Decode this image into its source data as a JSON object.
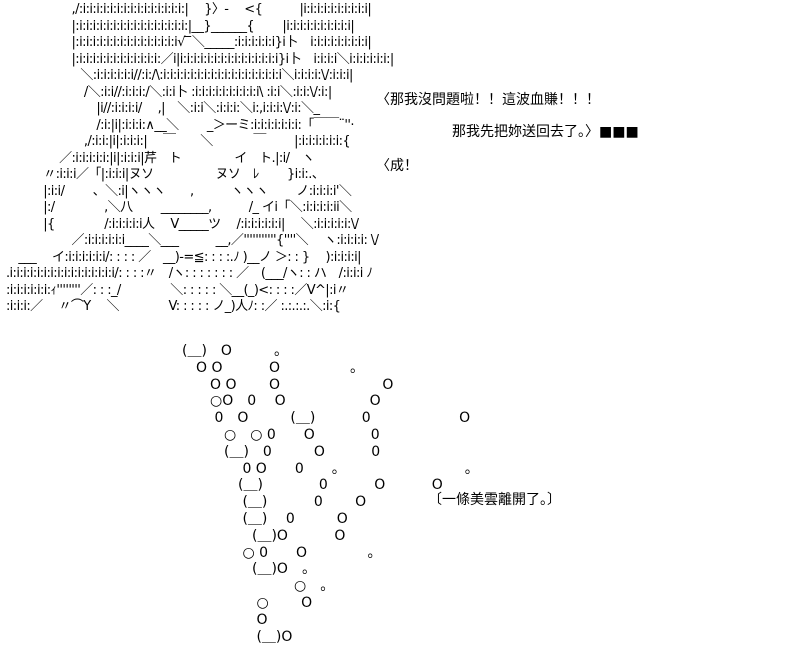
{
  "art_lines": [
    "　　　　　 ,/:i:i:i:i:i:i:i:i:i:i:i:i:i:i:i:|　 }〉-　 <{　　　|i:i:i:i:i:i:i:i:i:i|",
    "　　　　　 |:i:i:i:i:i:i:i:i:i:i:i:i:i:i:i:i:|__}______{　　 |i:i:i:i:i:i:i:i:i:i|",
    "　　　　　 |:i:i:i:i:i:i:i:i:i:i:i:i:i:i:i√ ̄ ̄＼_____:i:i:i:i:i:i}i卜　i:i:i:i:i:i:i:i:i|",
    "　　　　　 |:i:i:i:i:i:i:i:i:i:i:i:i:／i|i:i:i:i:i:i:i:i:i:i:i:i:i:i:i}i卜　i:i:i:i＼i:i:i:i:i:i:|",
    "　　　　　　＼:i:i:i:i:i:i//:i:/\\:i:i:i:i:i:i:i:i:i:i:i:i:i:i:i:i:i:i＼i:i:i:i:\\/:i:i:i|",
    "　　　　　　 /＼:i:i//:i:i:i:/＼:i:i卜 :i:i:i:i:i:i:i:i:i:i\\ :i:i＼:i:i:\\/:i:|　　　〈那我沒問題啦！！這波血賺！！！",
    "　　　　　　　 |i//:i:i:i:i/　 ,|　＼:i:i＼:i:i:i:＼i:,i:i:i:\\/:i:＼_",
    "　　　　　　　 /:i:|i|:i:i:i:∧__＼　　 _＞ーミ:i:i:i:i:i:i:i:「￣￣¨''·",
    "　　　　　　 ,/:i:i:|i|:i:i:i:|　 ￣　　＼　　　 ￣　　 |:i:i:i:i:i:i:{",
    "　　　　 ／:i:i:i:i:i:|i|:i:i:i|芹　ト　　　　 イ　ト.|:i/　ヽ　　　　 〈成！",
    "　　　〃:i:i:i／「|:i:i:i|ヌソ　　　　　ヌソ　ﾚ　　 }i:i:.、",
    "　　　|:i:i/ 　　、＼:i|ヽヽヽ　　,　　　ヽヽヽ　　 ノ:i:i:i:i'＼",
    "　　　|:/　　　　,＼八　　 ________,　　　/_ イi「＼:i:i:i:i:ii＼",
    "　　　|{　　　　/:i:i:i:i:i人　 V_____ツ　 /:i:i:i:i:i:i|　 ＼:i:i:i:i:i:\\/",
    "　　　　　 ／:i:i:i:i:i:i____＼___　　　__,／'''''''''''{''''＼　 ヽ:i:i:i:i: \\/",
    "　___　 イ:i:i:i:i:i:i/: : : : ／　__)-=≦: : : :.ﾉ )__ノ ＞: : }　 ):i:i:i:i|",
    ".i:i:i:i:i:i:i:i:i:i:i:i:i:i:i:i/: : : :〃　/ヽ: : : : : : : ／　(___/ヽ: : ハ　/:i:i:i ﾉ",
    ":i:i:i:i:i:i:ｨ''''''''／: : :_/　　　　＼: : : : : ＼__(_)<: : : :／V^|:i〃",
    ":i:i:i:／　 〃⌒Υ　 ＼　　　　V: : : : : ノ_)人ﾉ: :／ :.:.:.:.＼:i:{"
  ],
  "bubbles": [
    {
      "row": 0,
      "text": "　　　　　　　　　　　　　(＿)　O　　　。"
    },
    {
      "row": 1,
      "text": "　　　　　　　　　　　　　　O O　　　 O　　　　　。"
    },
    {
      "row": 2,
      "text": "　　　　　　　　　　　　　　　O O　　 O　　　　　　　 O"
    },
    {
      "row": 3,
      "text": "　　　　　　　　　　　　　　　○O　0　 O　　　　　　O"
    },
    {
      "row": 4,
      "text": "　　　　　　　　　　　　　　　 0　O　　　(＿)　　　 0　　　　　　 O"
    },
    {
      "row": 5,
      "text": "　　　　　　　　　　　　　　　　○　○ 0　　O　　　　0"
    },
    {
      "row": 6,
      "text": "　　　　　　　　　　　　　　　　(＿)　0　　　O　　　 0"
    },
    {
      "row": 7,
      "text": "　　　　　　　　　　　　　　　　　 0 O　　0　　。　　　　　　　　　。"
    },
    {
      "row": 8,
      "text": "　　　　　　　　　　　　　　　　　(＿)　　　　0　　　 O　　　 O"
    },
    {
      "row": 9,
      "text": "　　　　　　　　　　　　　　　　　 (＿)　　　 0　　 O　　　　　　　〔一條美雲離開了。〕"
    },
    {
      "row": 10,
      "text": "　　　　　　　　　　　　　　　　　 (＿)　 0　　　O"
    },
    {
      "row": 11,
      "text": "　　　　　　　　　　　　　　　　　　(＿)O　　　 O"
    },
    {
      "row": 12,
      "text": "　　　　　　　　　　　　　　　　　 ○ 0　　O　　　　 。"
    },
    {
      "row": 13,
      "text": "　　　　　　　　　　　　　　　　　　(＿)O　。"
    },
    {
      "row": 14,
      "text": "　　　　　　　　　　　　　　　　　　　　　○　。"
    },
    {
      "row": 15,
      "text": "　　　　　　　　　　　　　　　　　　 ○　　 O"
    },
    {
      "row": 16,
      "text": "　　　　　　　　　　　　　　　　　　 O"
    },
    {
      "row": 17,
      "text": "　　　　　　　　　　　　　　　　　　 (＿)O"
    }
  ],
  "dialogue": {
    "line_1": "〈那我沒問題啦！！這波血賺！！！",
    "line_2": "那我先把妳送回去了。〉■■■",
    "line_3": "〈成！",
    "line_4": "〔一條美雲離開了。〕"
  }
}
